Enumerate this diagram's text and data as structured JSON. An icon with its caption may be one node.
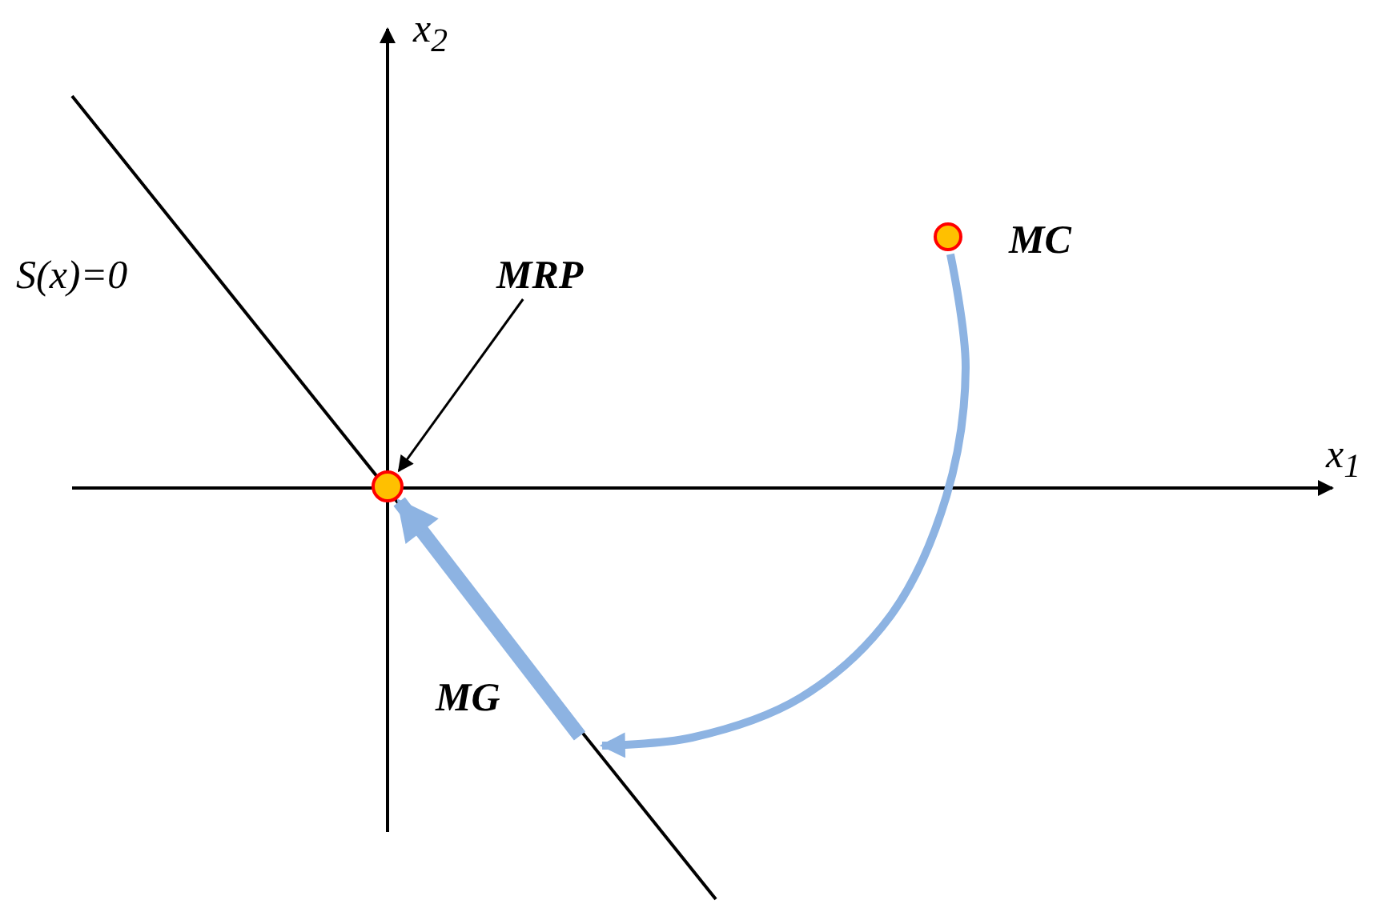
{
  "diagram": {
    "nodes": [
      {
        "text": [],
        "shape": "circle",
        "beside": [
          "MC"
        ]
      },
      {
        "text": [
          "MRP"
        ]
      },
      {
        "text": [],
        "shape": "circle"
      }
    ],
    "edges": [
      {
        "from": 1,
        "to": 2,
        "arrow": "to",
        "color": "#000000"
      },
      {
        "from": 0,
        "to": null,
        "arrow": "to",
        "color": "#8db3e2"
      },
      {
        "from": null,
        "to": 2,
        "arrow": "to",
        "label": "MG",
        "style": "thick",
        "color": "#8db3e2"
      }
    ],
    "labels": [
      "x$_{2}$",
      "S(x)=0",
      "x$_{1}$"
    ]
  }
}
